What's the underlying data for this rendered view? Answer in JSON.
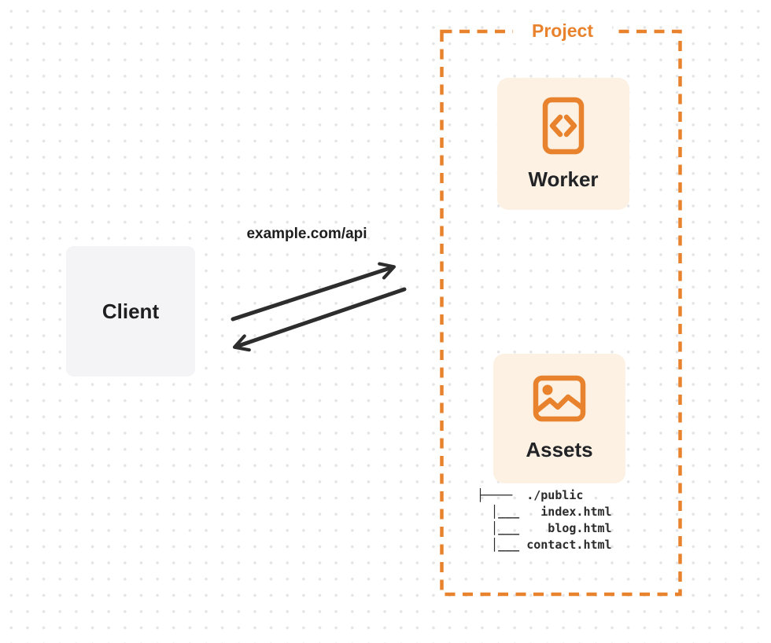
{
  "client": {
    "label": "Client"
  },
  "request_label": "example.com/api",
  "project": {
    "label": "Project",
    "worker": {
      "label": "Worker",
      "icon": "code-file-icon"
    },
    "assets": {
      "label": "Assets",
      "icon": "image-icon"
    },
    "file_tree": {
      "lines": [
        "├────  ./public",
        "  │___   index.html",
        "  │___    blog.html",
        "  │___ contact.html"
      ]
    }
  },
  "colors": {
    "accent_orange": "#e8822d",
    "card_cream": "#fcf1e2",
    "client_gray": "#f4f4f6",
    "arrow_dark": "#2d2d2d",
    "text_dark": "#1f1f21",
    "dot_grid": "#e4e4e7"
  }
}
